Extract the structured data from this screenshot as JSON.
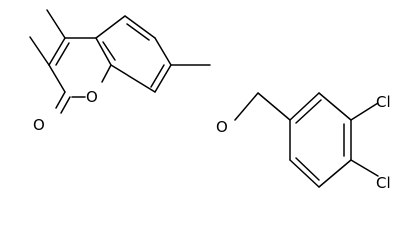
{
  "molecule": {
    "atoms": {
      "carbonyl_oxygen": "O",
      "ring_oxygen": "O",
      "ether_oxygen": "O",
      "chlorine_3": "Cl",
      "chlorine_4": "Cl"
    }
  },
  "colors": {
    "bond": "#000000",
    "label": "#000000",
    "background": "#ffffff"
  }
}
